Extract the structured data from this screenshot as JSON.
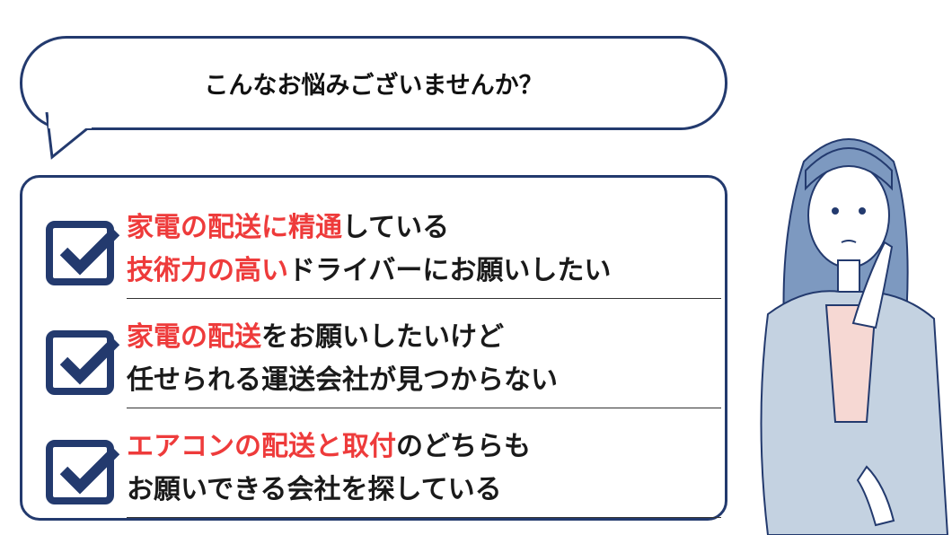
{
  "bubble": {
    "text": "こんなお悩みございませんか？"
  },
  "items": [
    {
      "l1": [
        {
          "t": "家電の配送に精通",
          "red": true
        },
        {
          "t": "している",
          "red": false
        }
      ],
      "l2": [
        {
          "t": "技術力の高い",
          "red": true
        },
        {
          "t": "ドライバーにお願いしたい",
          "red": false
        }
      ]
    },
    {
      "l1": [
        {
          "t": "家電の配送",
          "red": true
        },
        {
          "t": "をお願いしたいけど",
          "red": false
        }
      ],
      "l2": [
        {
          "t": "任せられる運送会社が見つからない",
          "red": false
        }
      ]
    },
    {
      "l1": [
        {
          "t": "エアコンの配送と取付",
          "red": true
        },
        {
          "t": "のどちらも",
          "red": false
        }
      ],
      "l2": [
        {
          "t": "お願いできる会社を探している",
          "red": false
        }
      ]
    }
  ],
  "colors": {
    "navy": "#233a6e",
    "red": "#ee3b3b"
  }
}
